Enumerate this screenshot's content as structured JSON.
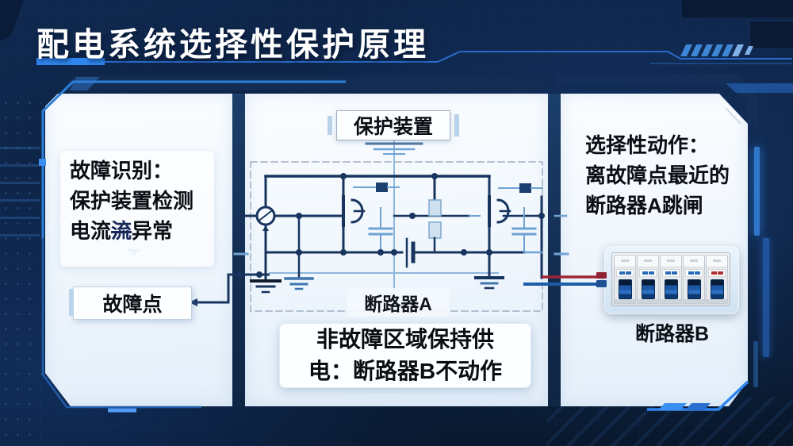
{
  "title": "配电系统选择性保护原理",
  "left_panel": {
    "fault_text": {
      "line1": "故障识别：",
      "line2": "保护装置检测",
      "line3_a": "电流",
      "line3_b": "流",
      "line3_c": "异常"
    },
    "fault_point": "故障点"
  },
  "middle_panel": {
    "protection_device": "保护装置",
    "breaker_a": "断路器A",
    "note_line1": "非故障区域保持供",
    "note_line2": "电：断路器B不动作"
  },
  "right_panel": {
    "line1": "选择性动作：",
    "line2": "离故障点最近的",
    "line3": "断路器A跳闸",
    "breaker_b": "断路器B",
    "breaker_units": [
      "#2b6cb8",
      "#2b6cb8",
      "#2b6cb8",
      "#2b6cb8",
      "#b23030"
    ]
  },
  "icons": {
    "source": "circle-source-icon",
    "ground": "ground-icon",
    "transistor": "transistor-icon",
    "capacitor": "capacitor-icon",
    "battery": "battery-icon",
    "fuse": "fuse-icon"
  },
  "colors": {
    "accent_blue": "#2f86ef",
    "panel_bg": "#f3f8fd",
    "divider_navy": "#14355e",
    "circuit_dark": "#17345f",
    "circuit_light": "#6fa3d4",
    "wire_red": "#a02535",
    "wire_blue": "#1c5ca8",
    "text_black": "#0b0f15"
  }
}
